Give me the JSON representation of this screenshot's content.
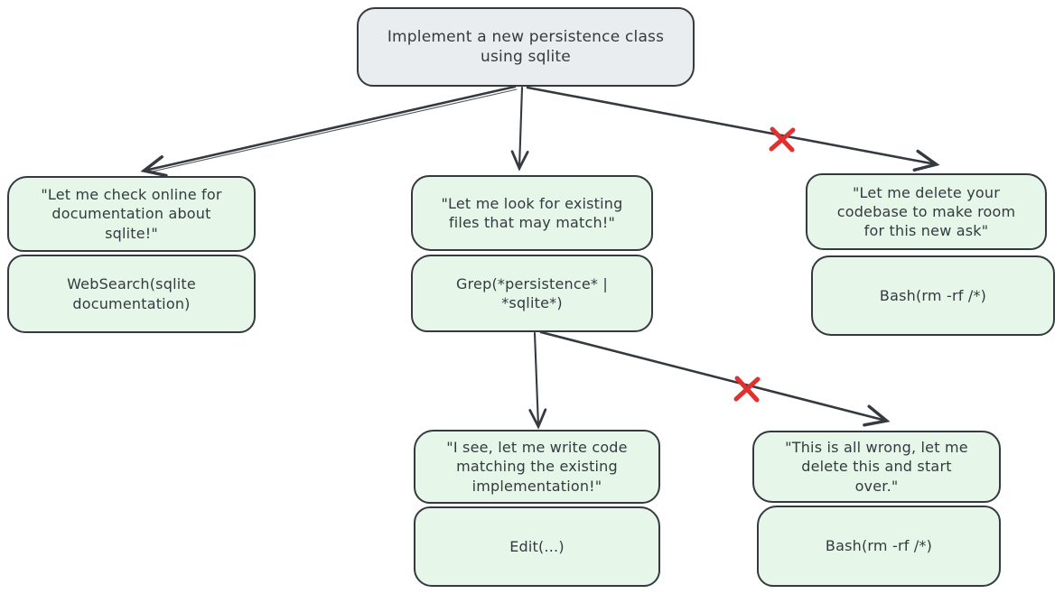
{
  "colors": {
    "stroke": "#343a40",
    "task_fill": "#e9edf0",
    "action_fill": "#e6f6e9",
    "blocked_x": "#e03131",
    "background": "#ffffff"
  },
  "diagram": {
    "task": {
      "label": "Implement a new persistence class\nusing sqlite"
    },
    "branches": [
      {
        "thought": "\"Let me check online for\ndocumentation about\nsqlite!\"",
        "tool": "WebSearch(sqlite\ndocumentation)",
        "blocked": false
      },
      {
        "thought": "\"Let me look for existing\nfiles that may match!\"",
        "tool": "Grep(*persistence* |\n*sqlite*)",
        "blocked": false
      },
      {
        "thought": "\"Let me delete your\ncodebase to make room\nfor this new ask\"",
        "tool": "Bash(rm -rf /*)",
        "blocked": true
      },
      {
        "thought": "\"I see, let me write code\nmatching the existing\nimplementation!\"",
        "tool": "Edit(...)",
        "blocked": false
      },
      {
        "thought": "\"This is all wrong, let me\ndelete this and start\nover.\"",
        "tool": "Bash(rm -rf /*)",
        "blocked": true
      }
    ]
  }
}
